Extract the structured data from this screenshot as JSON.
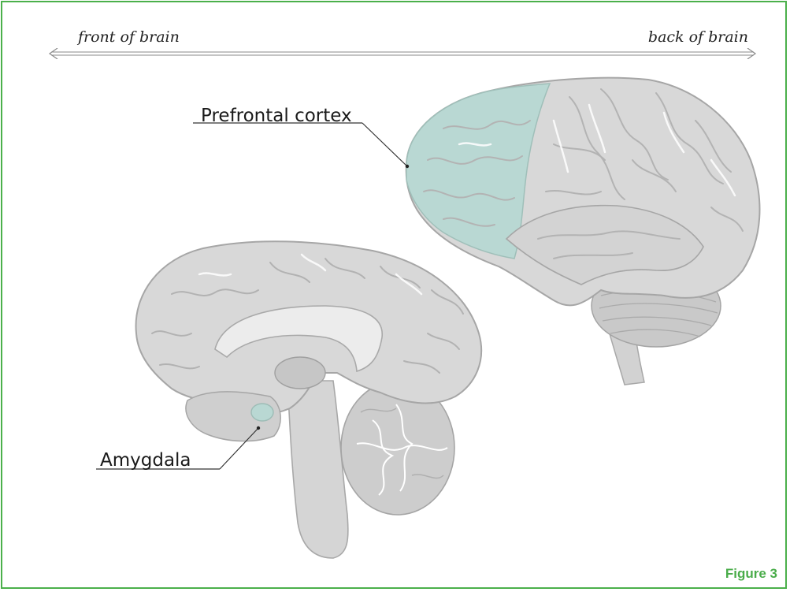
{
  "orientation": {
    "front_label": "front of brain",
    "back_label": "back of brain"
  },
  "labels": {
    "prefrontal_cortex": "Prefrontal cortex",
    "amygdala": "Amygdala"
  },
  "figure_number": "Figure 3",
  "colors": {
    "frame_border": "#4bb04b",
    "figure_label": "#49ac49",
    "brain_gray": "#d6d6d6",
    "brain_outline": "#a9a9a9",
    "highlight_teal": "#b8d9d4"
  }
}
